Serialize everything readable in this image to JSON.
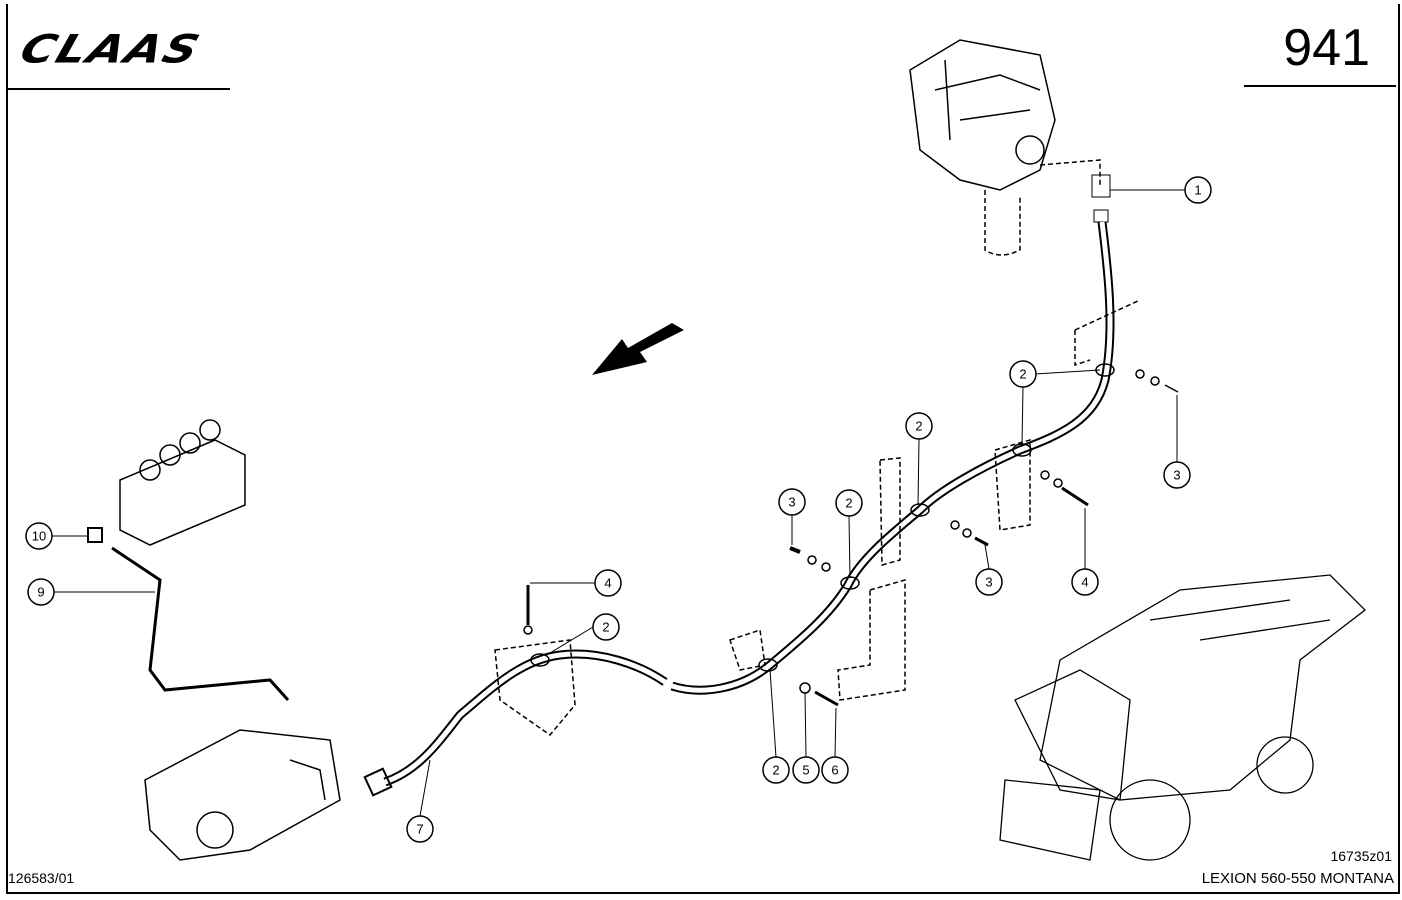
{
  "header": {
    "logo_text": "CLAAS",
    "page_number": "941"
  },
  "footer": {
    "drawing_ref": "126583/01",
    "figure_ref": "16735z01",
    "model": "LEXION 560-550 MONTANA"
  },
  "callouts": [
    {
      "label": "1"
    },
    {
      "label": "2"
    },
    {
      "label": "3"
    },
    {
      "label": "2"
    },
    {
      "label": "3"
    },
    {
      "label": "2"
    },
    {
      "label": "3"
    },
    {
      "label": "4"
    },
    {
      "label": "4"
    },
    {
      "label": "2"
    },
    {
      "label": "10"
    },
    {
      "label": "9"
    },
    {
      "label": "7"
    },
    {
      "label": "2"
    },
    {
      "label": "5"
    },
    {
      "label": "6"
    }
  ]
}
